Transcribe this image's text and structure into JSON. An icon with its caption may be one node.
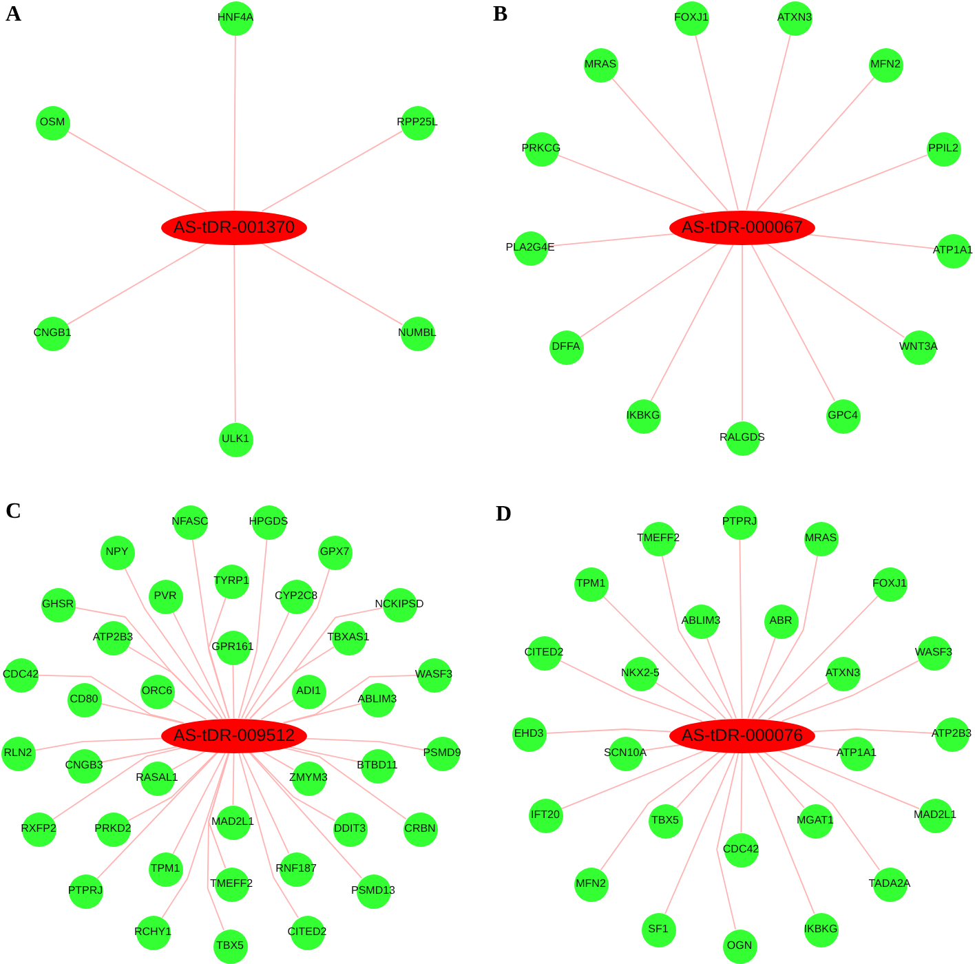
{
  "diagram": {
    "nodes": [
      {
        "text": [
          "AS-tDR-001370"
        ]
      },
      {
        "text": [
          "HNF4A"
        ]
      },
      {
        "text": [
          "OSM"
        ]
      },
      {
        "text": [
          "RPP25L"
        ]
      },
      {
        "text": [
          "CNGB1"
        ]
      },
      {
        "text": [
          "NUMBL"
        ]
      },
      {
        "text": [
          "ULK1"
        ]
      },
      {
        "text": [
          "AS-tDR-000067"
        ]
      },
      {
        "text": [
          "FOXJ1"
        ]
      },
      {
        "text": [
          "ATXN3"
        ]
      },
      {
        "text": [
          "MRAS"
        ]
      },
      {
        "text": [
          "MFN2"
        ]
      },
      {
        "text": [
          "PRKCG"
        ]
      },
      {
        "text": [
          "PPIL2"
        ]
      },
      {
        "text": [
          "PLA2G4E"
        ]
      },
      {
        "text": [
          "ATP1A1"
        ]
      },
      {
        "text": [
          "DFFA"
        ]
      },
      {
        "text": [
          "WNT3A"
        ]
      },
      {
        "text": [
          "IKBKG"
        ]
      },
      {
        "text": [
          "GPC4"
        ]
      },
      {
        "text": [
          "RALGDS"
        ]
      },
      {
        "text": [
          "AS-tDR-009512"
        ]
      },
      {
        "text": [
          "NFASC"
        ]
      },
      {
        "text": [
          "HPGDS"
        ]
      },
      {
        "text": [
          "NPY"
        ]
      },
      {
        "text": [
          "GPX7"
        ]
      },
      {
        "text": [
          "TYRP1"
        ]
      },
      {
        "text": [
          "PVR"
        ]
      },
      {
        "text": [
          "CYP2C8"
        ]
      },
      {
        "text": [
          "GHSR"
        ]
      },
      {
        "text": [
          "NCKIPSD"
        ]
      },
      {
        "text": [
          "ATP2B3"
        ]
      },
      {
        "text": [
          "TBXAS1"
        ]
      },
      {
        "text": [
          "GPR161"
        ]
      },
      {
        "text": [
          "CDC42"
        ]
      },
      {
        "text": [
          "WASF3"
        ]
      },
      {
        "text": [
          "ORC6"
        ]
      },
      {
        "text": [
          "ADI1"
        ]
      },
      {
        "text": [
          "CD80"
        ]
      },
      {
        "text": [
          "ABLIM3"
        ]
      },
      {
        "text": [
          "RLN2"
        ]
      },
      {
        "text": [
          "PSMD9"
        ]
      },
      {
        "text": [
          "CNGB3"
        ]
      },
      {
        "text": [
          "BTBD11"
        ]
      },
      {
        "text": [
          "RASAL1"
        ]
      },
      {
        "text": [
          "ZMYM3"
        ]
      },
      {
        "text": [
          "MAD2L1"
        ]
      },
      {
        "text": [
          "RXFP2"
        ]
      },
      {
        "text": [
          "PRKD2"
        ]
      },
      {
        "text": [
          "DDIT3"
        ]
      },
      {
        "text": [
          "CRBN"
        ]
      },
      {
        "text": [
          "TPM1"
        ]
      },
      {
        "text": [
          "RNF187"
        ]
      },
      {
        "text": [
          "TMEFF2"
        ]
      },
      {
        "text": [
          "PTPRJ"
        ]
      },
      {
        "text": [
          "PSMD13"
        ]
      },
      {
        "text": [
          "RCHY1"
        ]
      },
      {
        "text": [
          "CITED2"
        ]
      },
      {
        "text": [
          "TBX5"
        ]
      },
      {
        "text": [
          "AS-tDR-000076"
        ]
      },
      {
        "text": [
          "PTPRJ"
        ]
      },
      {
        "text": [
          "TMEFF2"
        ]
      },
      {
        "text": [
          "MRAS"
        ]
      },
      {
        "text": [
          "TPM1"
        ]
      },
      {
        "text": [
          "FOXJ1"
        ]
      },
      {
        "text": [
          "ABLIM3"
        ]
      },
      {
        "text": [
          "ABR"
        ]
      },
      {
        "text": [
          "CITED2"
        ]
      },
      {
        "text": [
          "WASF3"
        ]
      },
      {
        "text": [
          "NKX2-5"
        ]
      },
      {
        "text": [
          "ATXN3"
        ]
      },
      {
        "text": [
          "EHD3"
        ]
      },
      {
        "text": [
          "ATP2B3"
        ]
      },
      {
        "text": [
          "SCN10A"
        ]
      },
      {
        "text": [
          "ATP1A1"
        ]
      },
      {
        "text": [
          "IFT20"
        ]
      },
      {
        "text": [
          "MAD2L1"
        ]
      },
      {
        "text": [
          "TBX5"
        ]
      },
      {
        "text": [
          "MGAT1"
        ]
      },
      {
        "text": [
          "CDC42"
        ]
      },
      {
        "text": [
          "MFN2"
        ]
      },
      {
        "text": [
          "TADA2A"
        ]
      },
      {
        "text": [
          "SF1"
        ]
      },
      {
        "text": [
          "IKBKG"
        ]
      },
      {
        "text": [
          "OGN"
        ]
      }
    ],
    "edges": [
      {
        "from": 0,
        "to": 1,
        "arrow": "none"
      },
      {
        "from": 0,
        "to": 2,
        "arrow": "none"
      },
      {
        "from": 0,
        "to": 3,
        "arrow": "none"
      },
      {
        "from": 0,
        "to": 4,
        "arrow": "none"
      },
      {
        "from": 0,
        "to": 5,
        "arrow": "none"
      },
      {
        "from": 0,
        "to": 6,
        "arrow": "none"
      },
      {
        "from": 7,
        "to": 8,
        "arrow": "none"
      },
      {
        "from": 7,
        "to": 9,
        "arrow": "none"
      },
      {
        "from": 7,
        "to": 10,
        "arrow": "none"
      },
      {
        "from": 7,
        "to": 11,
        "arrow": "none"
      },
      {
        "from": 7,
        "to": 12,
        "arrow": "none"
      },
      {
        "from": 7,
        "to": 13,
        "arrow": "none"
      },
      {
        "from": 7,
        "to": 14,
        "arrow": "none"
      },
      {
        "from": 7,
        "to": 15,
        "arrow": "none"
      },
      {
        "from": 7,
        "to": 16,
        "arrow": "none"
      },
      {
        "from": 7,
        "to": 17,
        "arrow": "none"
      },
      {
        "from": 7,
        "to": 18,
        "arrow": "none"
      },
      {
        "from": 7,
        "to": 19,
        "arrow": "none"
      },
      {
        "from": 7,
        "to": 20,
        "arrow": "none"
      },
      {
        "from": 21,
        "to": 22,
        "arrow": "none"
      },
      {
        "from": 21,
        "to": 23,
        "arrow": "none"
      },
      {
        "from": 21,
        "to": 24,
        "arrow": "none"
      },
      {
        "from": 21,
        "to": 25,
        "arrow": "none"
      },
      {
        "from": 21,
        "to": 26,
        "arrow": "none"
      },
      {
        "from": 21,
        "to": 27,
        "arrow": "none"
      },
      {
        "from": 21,
        "to": 28,
        "arrow": "none"
      },
      {
        "from": 21,
        "to": 29,
        "arrow": "none"
      },
      {
        "from": 21,
        "to": 30,
        "arrow": "none"
      },
      {
        "from": 21,
        "to": 31,
        "arrow": "none"
      },
      {
        "from": 21,
        "to": 32,
        "arrow": "none"
      },
      {
        "from": 21,
        "to": 33,
        "arrow": "none"
      },
      {
        "from": 21,
        "to": 34,
        "arrow": "none"
      },
      {
        "from": 21,
        "to": 35,
        "arrow": "none"
      },
      {
        "from": 21,
        "to": 36,
        "arrow": "none"
      },
      {
        "from": 21,
        "to": 37,
        "arrow": "none"
      },
      {
        "from": 21,
        "to": 38,
        "arrow": "none"
      },
      {
        "from": 21,
        "to": 39,
        "arrow": "none"
      },
      {
        "from": 21,
        "to": 40,
        "arrow": "none"
      },
      {
        "from": 21,
        "to": 41,
        "arrow": "none"
      },
      {
        "from": 21,
        "to": 42,
        "arrow": "none"
      },
      {
        "from": 21,
        "to": 43,
        "arrow": "none"
      },
      {
        "from": 21,
        "to": 44,
        "arrow": "none"
      },
      {
        "from": 21,
        "to": 45,
        "arrow": "none"
      },
      {
        "from": 21,
        "to": 46,
        "arrow": "none"
      },
      {
        "from": 21,
        "to": 47,
        "arrow": "none"
      },
      {
        "from": 21,
        "to": 48,
        "arrow": "none"
      },
      {
        "from": 21,
        "to": 49,
        "arrow": "none"
      },
      {
        "from": 21,
        "to": 50,
        "arrow": "none"
      },
      {
        "from": 21,
        "to": 51,
        "arrow": "none"
      },
      {
        "from": 21,
        "to": 52,
        "arrow": "none"
      },
      {
        "from": 21,
        "to": 53,
        "arrow": "none"
      },
      {
        "from": 21,
        "to": 54,
        "arrow": "none"
      },
      {
        "from": 21,
        "to": 55,
        "arrow": "none"
      },
      {
        "from": 21,
        "to": 56,
        "arrow": "none"
      },
      {
        "from": 21,
        "to": 57,
        "arrow": "none"
      },
      {
        "from": 21,
        "to": 58,
        "arrow": "none"
      },
      {
        "from": 59,
        "to": 60,
        "arrow": "none"
      },
      {
        "from": 59,
        "to": 61,
        "arrow": "none"
      },
      {
        "from": 59,
        "to": 62,
        "arrow": "none"
      },
      {
        "from": 59,
        "to": 63,
        "arrow": "none"
      },
      {
        "from": 59,
        "to": 64,
        "arrow": "none"
      },
      {
        "from": 59,
        "to": 65,
        "arrow": "none"
      },
      {
        "from": 59,
        "to": 66,
        "arrow": "none"
      },
      {
        "from": 59,
        "to": 67,
        "arrow": "none"
      },
      {
        "from": 59,
        "to": 68,
        "arrow": "none"
      },
      {
        "from": 59,
        "to": 69,
        "arrow": "none"
      },
      {
        "from": 59,
        "to": 70,
        "arrow": "none"
      },
      {
        "from": 59,
        "to": 71,
        "arrow": "none"
      },
      {
        "from": 59,
        "to": 72,
        "arrow": "none"
      },
      {
        "from": 59,
        "to": 73,
        "arrow": "none"
      },
      {
        "from": 59,
        "to": 74,
        "arrow": "none"
      },
      {
        "from": 59,
        "to": 75,
        "arrow": "none"
      },
      {
        "from": 59,
        "to": 76,
        "arrow": "none"
      },
      {
        "from": 59,
        "to": 77,
        "arrow": "none"
      },
      {
        "from": 59,
        "to": 78,
        "arrow": "none"
      },
      {
        "from": 59,
        "to": 79,
        "arrow": "none"
      },
      {
        "from": 59,
        "to": 80,
        "arrow": "none"
      },
      {
        "from": 59,
        "to": 81,
        "arrow": "none"
      },
      {
        "from": 59,
        "to": 82,
        "arrow": "none"
      },
      {
        "from": 59,
        "to": 83,
        "arrow": "none"
      },
      {
        "from": 59,
        "to": 84,
        "arrow": "none"
      }
    ],
    "labels": [
      "A",
      "B",
      "C",
      "D"
    ]
  }
}
